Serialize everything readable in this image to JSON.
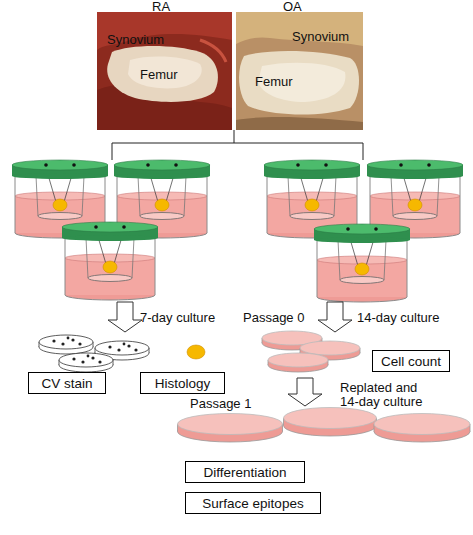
{
  "diagram": {
    "nodes": [
      {
        "text": [
          "CV stain"
        ]
      },
      {
        "text": [
          "Histology"
        ]
      },
      {
        "text": [
          "Cell count"
        ]
      },
      {
        "text": [
          "Differentiation"
        ]
      },
      {
        "text": [
          "Surface epitopes"
        ]
      }
    ],
    "labels": [
      "RA",
      "OA",
      "Synovium",
      "Femur",
      "Synovium",
      "Femur",
      "7-day culture",
      "Passage 0",
      "14-day culture",
      "Replated and 14-day culture",
      "Passage 1"
    ]
  }
}
